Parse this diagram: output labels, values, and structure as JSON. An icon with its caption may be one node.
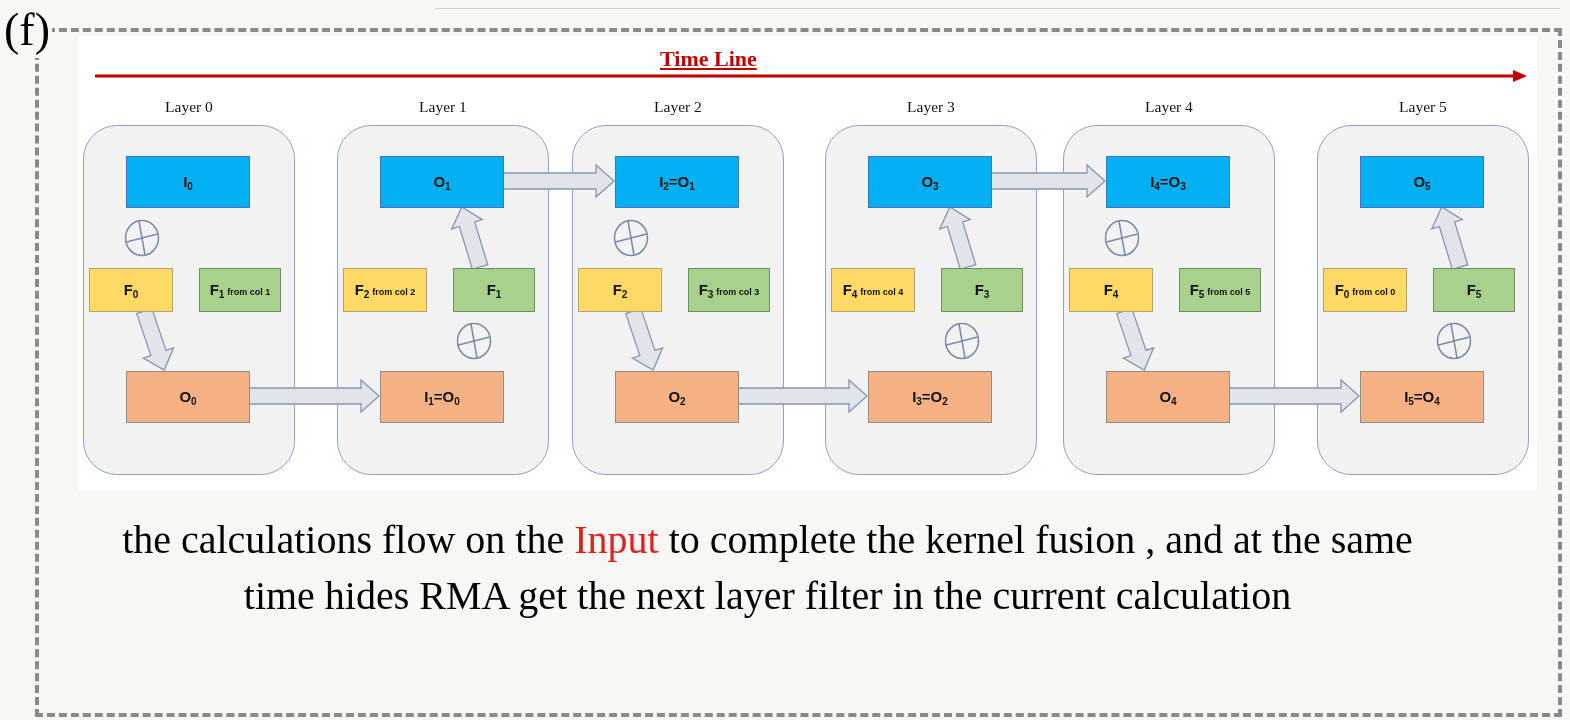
{
  "diagram": {
    "caption": "the calculations flow on the *Input* to complete the kernel fusion , and at the same time hides RMA get the next layer filter in the current calculation",
    "nodes": [
      {
        "text": [
          "Layer 0"
        ]
      },
      {
        "text": [
          "I$_{0}$"
        ],
        "in": 0
      },
      {
        "text": [
          "F$_{0}$"
        ],
        "in": 0
      },
      {
        "text": [
          "F$_{1}$",
          "from col 1"
        ],
        "in": 0
      },
      {
        "text": [
          "O$_{0}$"
        ],
        "in": 0
      },
      {
        "text": [
          "Layer 1"
        ]
      },
      {
        "text": [
          "O$_{1}$"
        ],
        "in": 5
      },
      {
        "text": [
          "F$_{2}$",
          "from col 2"
        ],
        "in": 5
      },
      {
        "text": [
          "F$_{1}$"
        ],
        "in": 5
      },
      {
        "text": [
          "I$_{1}$=O$_{0}$"
        ],
        "in": 5
      },
      {
        "text": [
          "Layer 2"
        ]
      },
      {
        "text": [
          "I$_{2}$=O$_{1}$"
        ],
        "in": 10
      },
      {
        "text": [
          "F$_{2}$"
        ],
        "in": 10
      },
      {
        "text": [
          "F$_{3}$",
          "from col 3"
        ],
        "in": 10
      },
      {
        "text": [
          "O$_{2}$"
        ],
        "in": 10
      },
      {
        "text": [
          "Layer 3"
        ]
      },
      {
        "text": [
          "O$_{3}$"
        ],
        "in": 15
      },
      {
        "text": [
          "F$_{4}$",
          "from col 4"
        ],
        "in": 15
      },
      {
        "text": [
          "F$_{3}$"
        ],
        "in": 15
      },
      {
        "text": [
          "I$_{3}$=O$_{2}$"
        ],
        "in": 15
      },
      {
        "text": [
          "Layer 4"
        ]
      },
      {
        "text": [
          "I$_{4}$=O$_{3}$"
        ],
        "in": 20
      },
      {
        "text": [
          "F$_{4}$"
        ],
        "in": 20
      },
      {
        "text": [
          "F$_{5}$",
          "from col 5"
        ],
        "in": 20
      },
      {
        "text": [
          "O$_{4}$"
        ],
        "in": 20
      },
      {
        "text": [
          "Layer 5"
        ]
      },
      {
        "text": [
          "O$_{5}$"
        ],
        "in": 25
      },
      {
        "text": [
          "F$_{0}$",
          "from col 0"
        ],
        "in": 25
      },
      {
        "text": [
          "F$_{5}$"
        ],
        "in": 25
      },
      {
        "text": [
          "I$_{5}$=O$_{4}$"
        ],
        "in": 25
      }
    ],
    "edges": [
      {
        "from": 2,
        "to": 4,
        "arrow": "to"
      },
      {
        "from": 4,
        "to": 9,
        "arrow": "to"
      },
      {
        "from": 8,
        "to": 6,
        "arrow": "to"
      },
      {
        "from": 6,
        "to": 11,
        "arrow": "to"
      },
      {
        "from": 12,
        "to": 14,
        "arrow": "to"
      },
      {
        "from": 14,
        "to": 19,
        "arrow": "to"
      },
      {
        "from": 18,
        "to": 16,
        "arrow": "to"
      },
      {
        "from": 16,
        "to": 21,
        "arrow": "to"
      },
      {
        "from": 22,
        "to": 24,
        "arrow": "to"
      },
      {
        "from": 24,
        "to": 29,
        "arrow": "to"
      },
      {
        "from": 28,
        "to": 26,
        "arrow": "to"
      }
    ],
    "labels": [
      "(f)",
      "Time Line"
    ]
  }
}
